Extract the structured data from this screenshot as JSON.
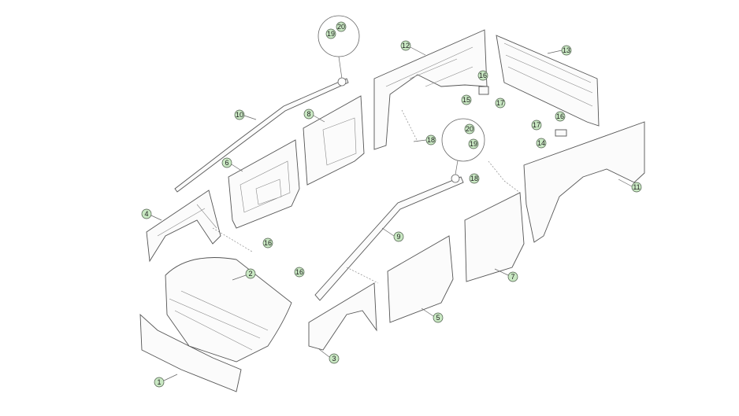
{
  "title": "Body panels exploded view",
  "callouts": [
    "1",
    "2",
    "3",
    "4",
    "5",
    "6",
    "7",
    "8",
    "9",
    "10",
    "11",
    "12",
    "13",
    "14",
    "15",
    "16",
    "17",
    "18",
    "19",
    "20"
  ],
  "colors": {
    "callout_fill": "#c9e8c3",
    "line": "#555555"
  }
}
